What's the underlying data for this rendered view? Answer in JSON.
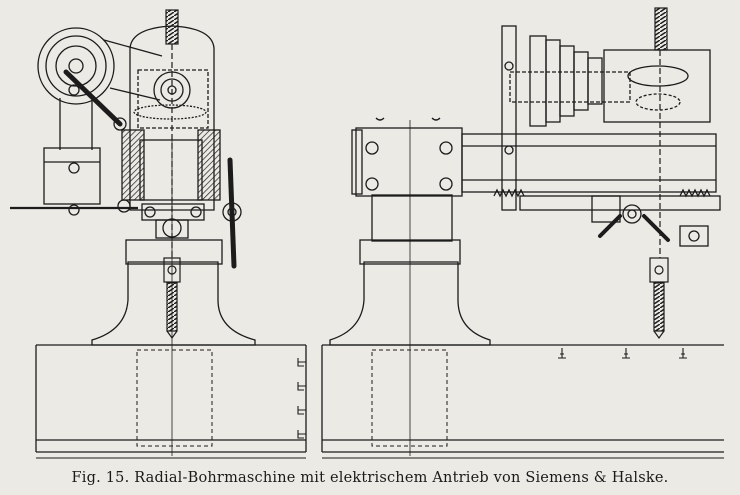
{
  "figure": {
    "caption": "Fig. 15.  Radial-Bohrmaschine mit elektrischem Antrieb von Siemens & Halske.",
    "colors": {
      "paper": "#ebeae5",
      "ink": "#1c1c1c"
    },
    "views": [
      "left-side-view",
      "front-view"
    ]
  }
}
